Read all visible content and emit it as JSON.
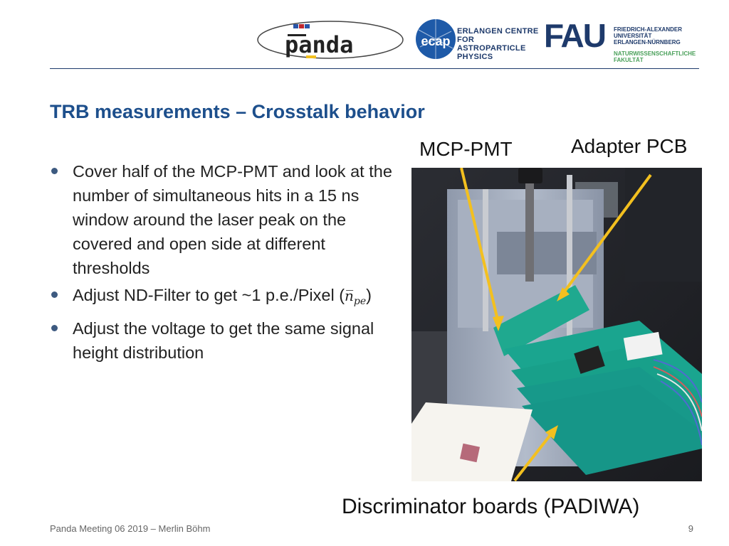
{
  "header": {
    "panda_logo_text": "panda",
    "ecap_logo_text": "ecap",
    "ecap_lines": [
      "ERLANGEN CENTRE",
      "FOR ASTROPARTICLE",
      "PHYSICS"
    ],
    "fau_logo_text": "FAU",
    "fau_lines": [
      "FRIEDRICH-ALEXANDER",
      "UNIVERSITÄT",
      "ERLANGEN-NÜRNBERG"
    ],
    "fau_faculty": [
      "NATURWISSENSCHAFTLICHE",
      "FAKULTÄT"
    ]
  },
  "slide": {
    "title": "TRB measurements – Crosstalk behavior",
    "bullets": [
      "Cover half of the MCP-PMT and look at the number of simultaneous hits in a 15 ns window around the laser peak on the covered and open side at different thresholds",
      "Adjust ND-Filter to get ~1 p.e./Pixel (",
      "Adjust the voltage to get the same signal height distribution"
    ],
    "bullet2_math_base": "n̅",
    "bullet2_math_sub": "pe",
    "bullet2_close": ")"
  },
  "photo_labels": {
    "mcp_pmt": "MCP-PMT",
    "adapter_pcb": "Adapter PCB",
    "discriminator": "Discriminator boards (PADIWA)"
  },
  "footer": {
    "text": "Panda Meeting 06 2019 – Merlin Böhm",
    "page": "9"
  },
  "colors": {
    "title": "#1d4f8c",
    "arrow": "#f3c01f",
    "pcb_green": "#1aa58f",
    "navy": "#1e3a6b"
  }
}
